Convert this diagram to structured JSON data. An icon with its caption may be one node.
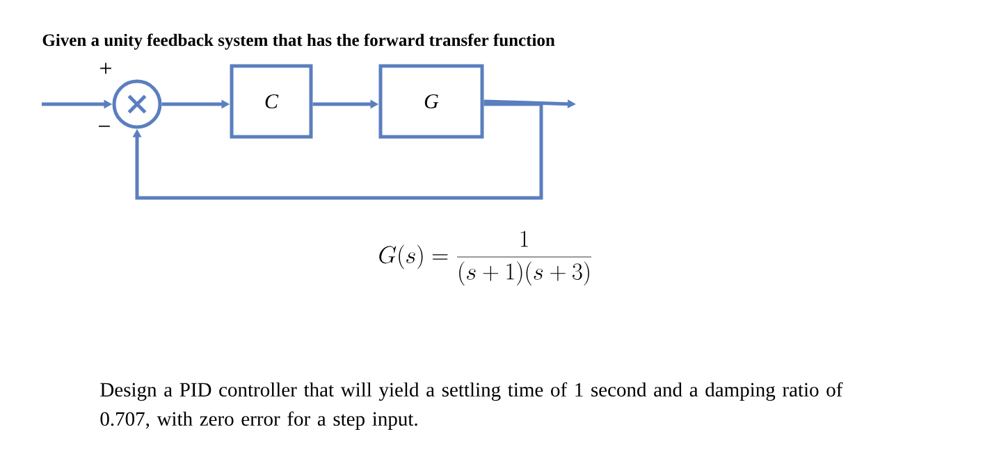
{
  "diagram": {
    "title": "Given a unity feedback system that has the forward transfer function",
    "nodes": [
      {
        "text": [],
        "shape": "circle",
        "beside": [
          "+",
          "−"
        ]
      },
      {
        "text": [
          "C"
        ]
      },
      {
        "text": [
          "G"
        ]
      }
    ],
    "edges": [
      {
        "from": null,
        "to": 0,
        "arrow": "to"
      },
      {
        "from": 0,
        "to": 1,
        "arrow": "to"
      },
      {
        "from": 1,
        "to": 2,
        "arrow": "to"
      },
      {
        "from": 2,
        "to": null,
        "arrow": "to"
      },
      {
        "from": 2,
        "to": 0,
        "arrow": "to"
      }
    ],
    "labels": [
      "G(s)=\\frac{1}{(s+1)(s+3)}",
      "Design a PID controller that will yield a settling time of 1 second and a damping ratio of 0.707, with zero error for a step input."
    ]
  }
}
